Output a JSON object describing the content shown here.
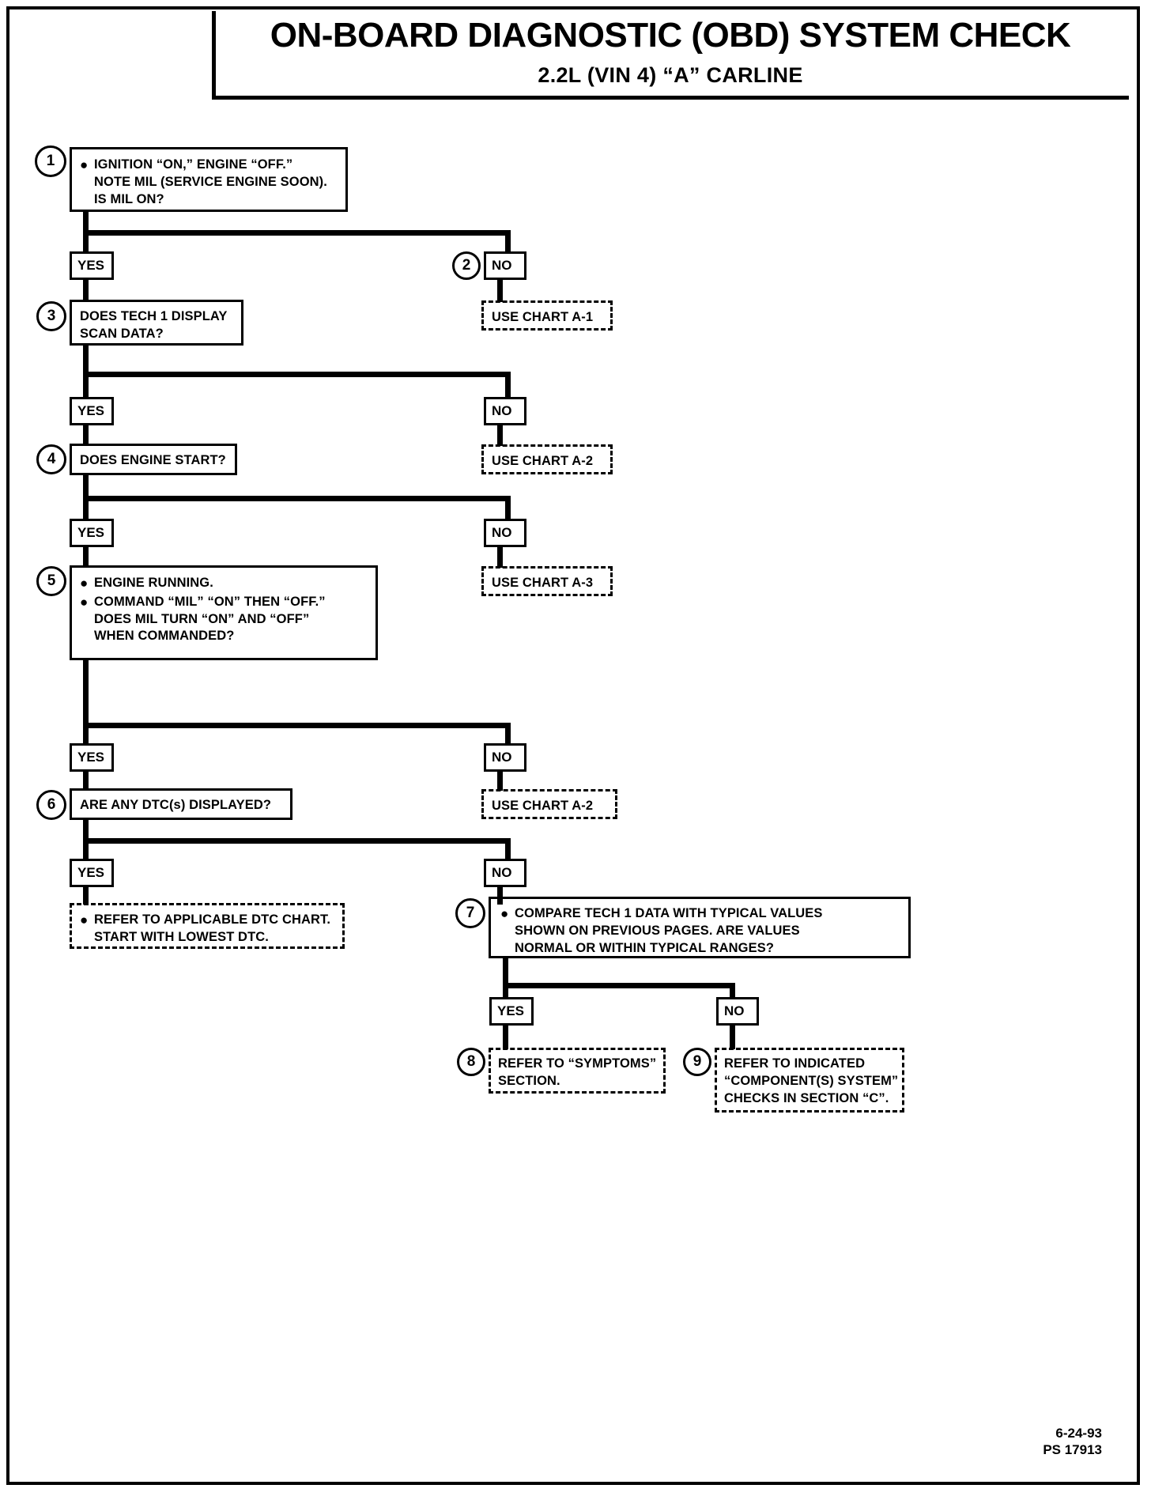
{
  "header": {
    "title": "ON-BOARD DIAGNOSTIC (OBD) SYSTEM CHECK",
    "subtitle": "2.2L  (VIN 4)  “A”  CARLINE"
  },
  "labels": {
    "yes": "YES",
    "no": "NO",
    "bullet": "●"
  },
  "steps": {
    "s1": {
      "number": "1",
      "lines": "IGNITION “ON,” ENGINE  “OFF.”\nNOTE MIL (SERVICE ENGINE SOON).\nIS MIL ON?"
    },
    "s2": {
      "number": "2",
      "chart": "USE CHART A-1"
    },
    "s3": {
      "number": "3",
      "lines": "DOES TECH 1 DISPLAY\nSCAN DATA?",
      "chart": "USE CHART A-2"
    },
    "s4": {
      "number": "4",
      "lines": "DOES ENGINE START?",
      "chart": "USE CHART A-3"
    },
    "s5": {
      "number": "5",
      "line1": "ENGINE RUNNING.",
      "line2": "COMMAND “MIL” “ON” THEN “OFF.”\nDOES MIL TURN “ON” AND “OFF”\nWHEN COMMANDED?"
    },
    "s6": {
      "number": "6",
      "lines": "ARE ANY DTC(s) DISPLAYED?",
      "chart": "USE CHART A-2",
      "dtc": "REFER TO APPLICABLE DTC CHART.\nSTART WITH LOWEST DTC."
    },
    "s7": {
      "number": "7",
      "lines": "COMPARE TECH 1 DATA WITH TYPICAL VALUES\nSHOWN ON PREVIOUS PAGES.  ARE VALUES\nNORMAL OR WITHIN TYPICAL RANGES?"
    },
    "s8": {
      "number": "8",
      "lines": "REFER TO “SYMPTOMS”\nSECTION."
    },
    "s9": {
      "number": "9",
      "lines": "REFER TO INDICATED\n“COMPONENT(S) SYSTEM”\nCHECKS IN SECTION “C”."
    }
  },
  "footer": "6-24-93\nPS 17913"
}
